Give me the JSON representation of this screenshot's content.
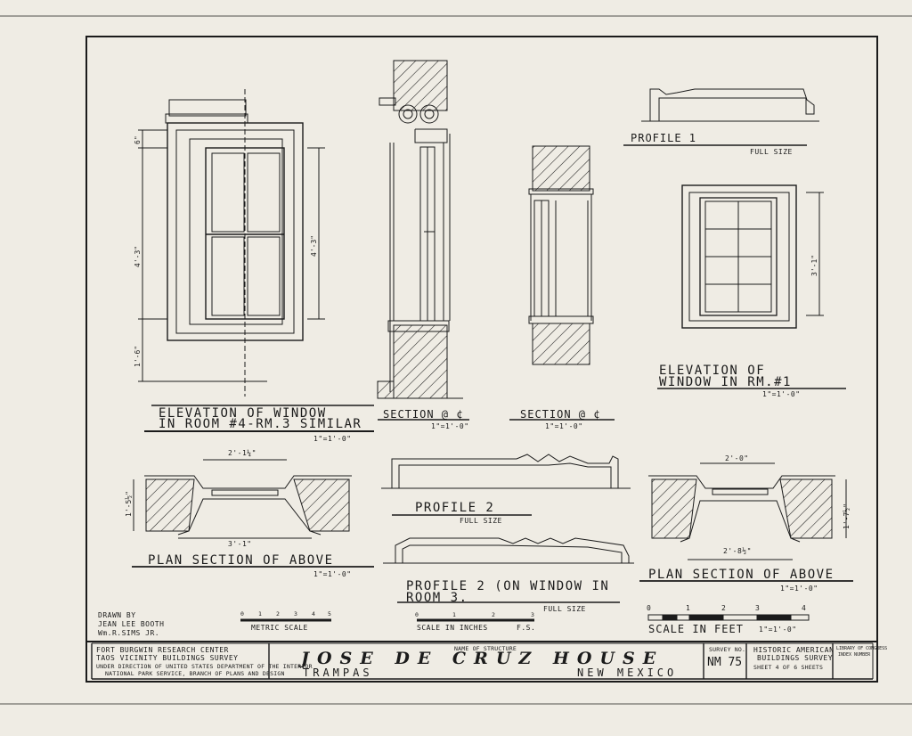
{
  "drawing": {
    "elev_room4": {
      "title_line1": "ELEVATION OF WINDOW",
      "title_line2": "IN ROOM #4-RM.3 SIMILAR",
      "scale": "1\"=1'-0\"",
      "dim_top": "6\"",
      "dim_mid": "4'-3\"",
      "dim_bot": "1'-6\"",
      "dim_sash": "4'-3\""
    },
    "section1": {
      "title": "SECTION @ ¢",
      "scale": "1\"=1'-0\""
    },
    "section2": {
      "title": "SECTION @ ¢",
      "scale": "1\"=1'-0\""
    },
    "profile1": {
      "title": "PROFILE 1",
      "scale": "FULL SIZE"
    },
    "elev_room1": {
      "title_line1": "ELEVATION OF",
      "title_line2": "WINDOW IN RM.#1",
      "scale": "1\"=1'-0\"",
      "dim_height": "3'-1\""
    },
    "plan_left": {
      "title": "PLAN SECTION OF ABOVE",
      "scale": "1\"=1'-0\"",
      "dim_top": "2'-1¼\"",
      "dim_bot": "3'-1\"",
      "dim_side": "1'-5½\""
    },
    "profile2": {
      "title": "PROFILE 2",
      "scale": "FULL SIZE"
    },
    "profile2b": {
      "title_line1": "PROFILE 2 (ON WINDOW IN",
      "title_line2": "ROOM 3.",
      "scale": "FULL SIZE"
    },
    "plan_right": {
      "title": "PLAN SECTION OF ABOVE",
      "scale": "1\"=1'-0\"",
      "dim_top": "2'-0\"",
      "dim_bot": "2'-8½\"",
      "dim_side": "1'-7½\""
    },
    "drawn_by": {
      "label": "DRAWN BY",
      "name1": "JEAN LEE BOOTH",
      "name2": "Wm.R.SIMS JR."
    },
    "metric_scale": {
      "ticks": [
        "0",
        "1",
        "2",
        "3",
        "4",
        "5"
      ],
      "label": "METRIC SCALE"
    },
    "scale_inches": {
      "ticks": [
        "0",
        "1",
        "2",
        "3"
      ],
      "label": "SCALE IN INCHES",
      "fs": "F.S."
    },
    "scale_feet": {
      "ticks": [
        "0",
        "1",
        "2",
        "3",
        "4"
      ],
      "label": "SCALE IN FEET",
      "ratio": "1\"=1'-0\""
    }
  },
  "title_block": {
    "org_line1": "FORT BURGWIN RESEARCH CENTER",
    "org_line2": "TAOS VICINITY BUILDINGS SURVEY",
    "org_line3": "UNDER DIRECTION OF UNITED STATES DEPARTMENT OF THE INTERIOR",
    "org_line4": "NATIONAL PARK SERVICE, BRANCH OF PLANS AND DESIGN",
    "name_label": "NAME OF STRUCTURE",
    "structure_name": "JOSE DE CRUZ HOUSE",
    "location_town": "TRAMPAS",
    "location_state": "NEW MEXICO",
    "survey_label": "SURVEY NO.",
    "survey_no": "NM 75",
    "habs_line1": "HISTORIC AMERICAN",
    "habs_line2": "BUILDINGS SURVEY",
    "sheet_text": "SHEET 4 OF 6 SHEETS",
    "loc_line1": "LIBRARY OF CONGRESS",
    "loc_line2": "INDEX NUMBER"
  },
  "colors": {
    "paper": "#efece4",
    "ink": "#1b1b1b"
  }
}
